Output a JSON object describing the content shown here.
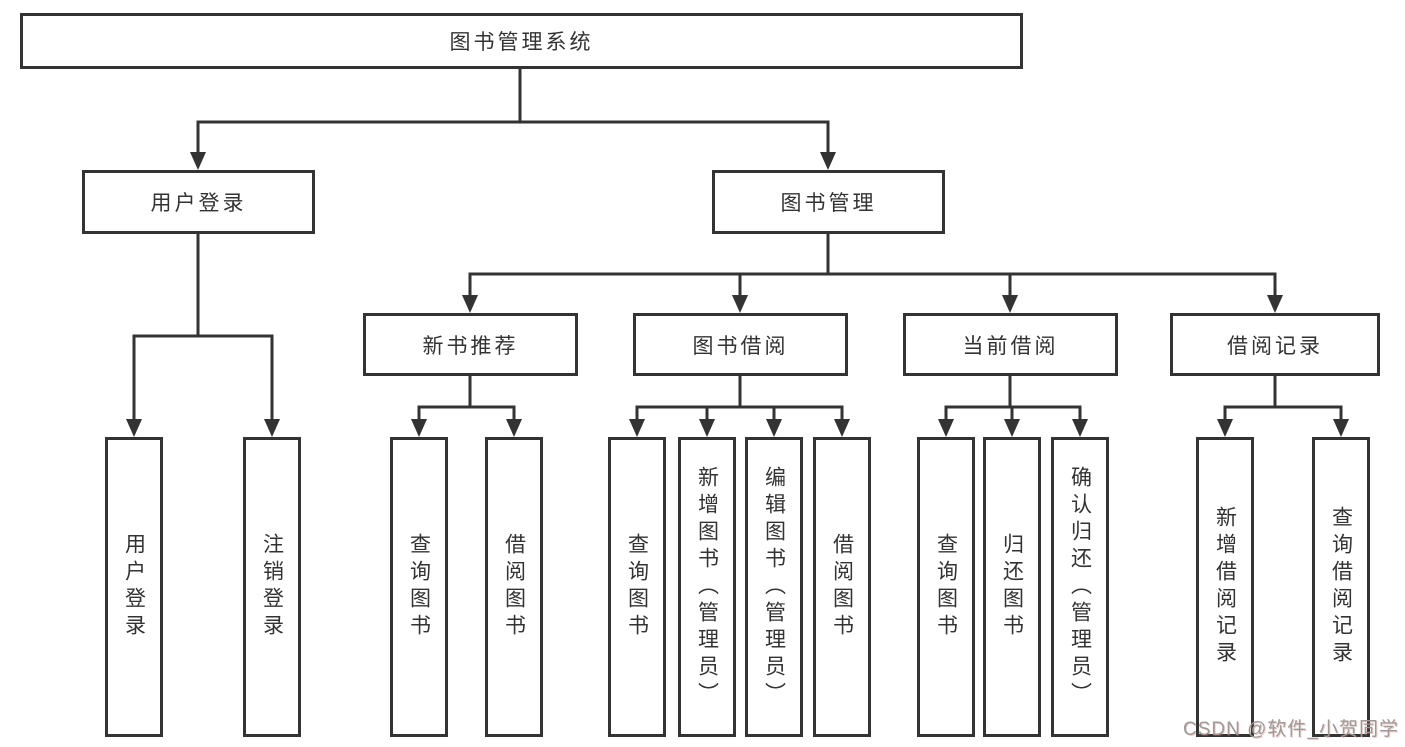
{
  "tree": {
    "label": "图书管理系统",
    "children": [
      {
        "label": "用户登录",
        "children": [
          {
            "label": "用户登录"
          },
          {
            "label": "注销登录"
          }
        ]
      },
      {
        "label": "图书管理",
        "children": [
          {
            "label": "新书推荐",
            "children": [
              {
                "label": "查询图书"
              },
              {
                "label": "借阅图书"
              }
            ]
          },
          {
            "label": "图书借阅",
            "children": [
              {
                "label": "查询图书"
              },
              {
                "label": "新增图书（管理员）"
              },
              {
                "label": "编辑图书（管理员）"
              },
              {
                "label": "借阅图书"
              }
            ]
          },
          {
            "label": "当前借阅",
            "children": [
              {
                "label": "查询图书"
              },
              {
                "label": "归还图书"
              },
              {
                "label": "确认归还（管理员）"
              }
            ]
          },
          {
            "label": "借阅记录",
            "children": [
              {
                "label": "新增借阅记录"
              },
              {
                "label": "查询借阅记录"
              }
            ]
          }
        ]
      }
    ]
  },
  "watermark": "CSDN @软件_小贺同学",
  "colors": {
    "line": "#333333",
    "box_border": "#333333",
    "box_fill": "#ffffff",
    "text": "#333333",
    "watermark_text": "#9b9b9b"
  }
}
